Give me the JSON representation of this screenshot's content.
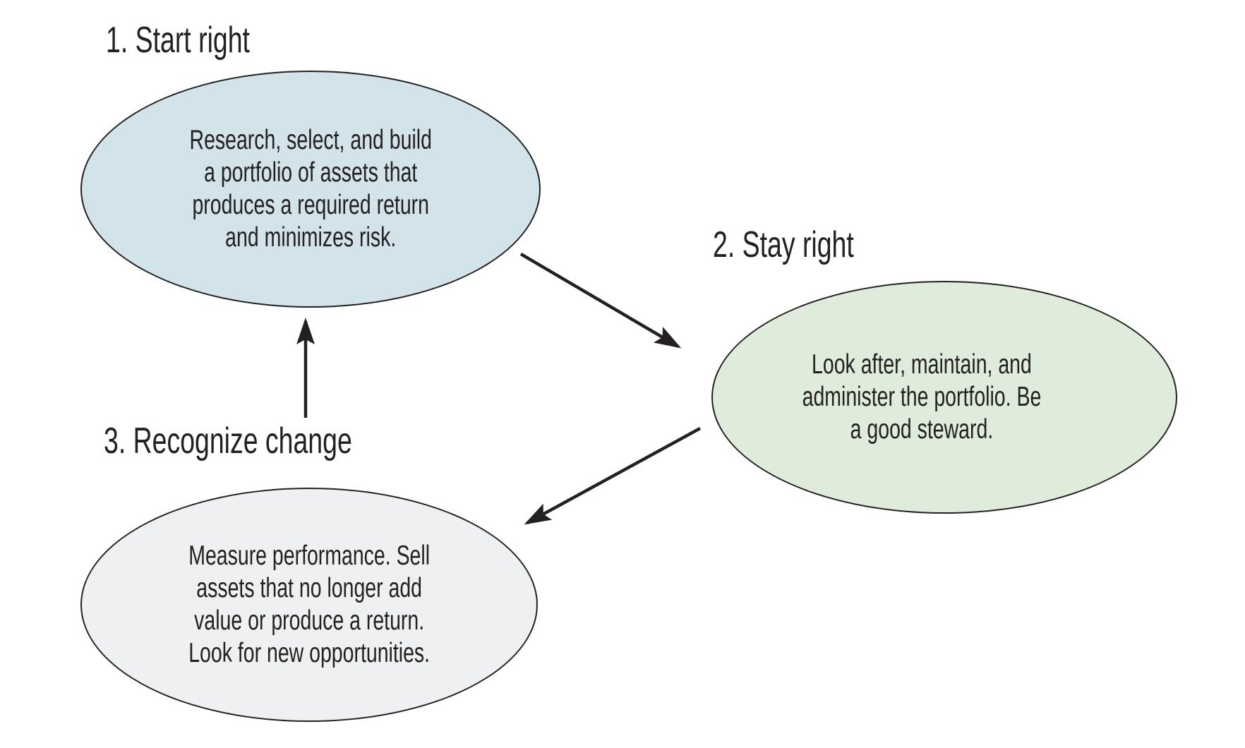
{
  "diagram": {
    "background_color": "#ffffff",
    "stroke_color": "#232021",
    "text_color": "#232021",
    "arrow_color": "#232021",
    "nodes": [
      {
        "id": "start-right",
        "label": "1. Start right",
        "body": "Research, select, and build\na portfolio of assets that\nproduces a required return\nand minimizes risk.",
        "fill": "#d2e3ea"
      },
      {
        "id": "stay-right",
        "label": "2. Stay right",
        "body": "Look after, maintain, and\nadminister the portfolio. Be\na good steward.",
        "fill": "#e0ecdb"
      },
      {
        "id": "recognize-change",
        "label": "3. Recognize change",
        "body": "Measure performance. Sell\nassets that no longer add\nvalue or produce a return.\nLook for new opportunities.",
        "fill": "#eef0f1"
      }
    ],
    "arrows": [
      {
        "from": "start-right",
        "to": "stay-right"
      },
      {
        "from": "stay-right",
        "to": "recognize-change"
      },
      {
        "from": "recognize-change",
        "to": "start-right"
      }
    ]
  }
}
